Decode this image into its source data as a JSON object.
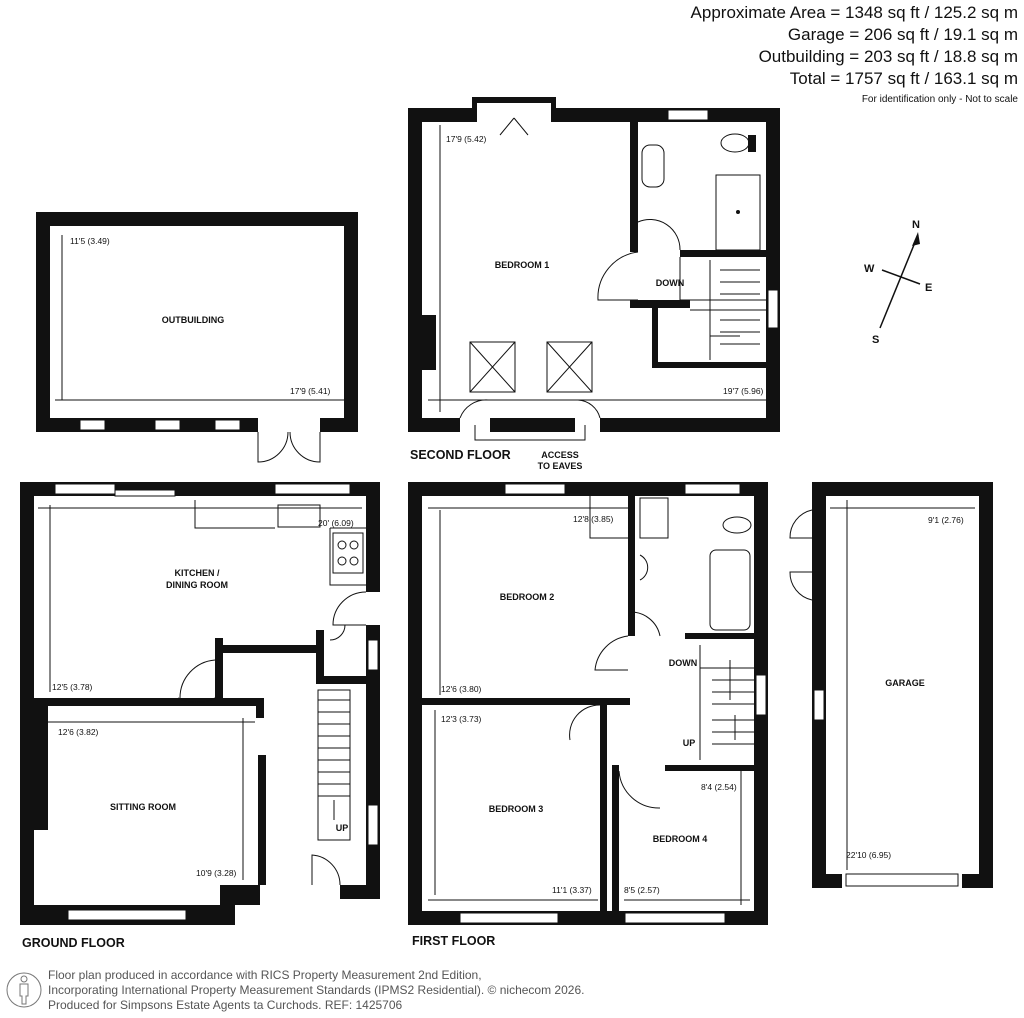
{
  "header": {
    "areas": [
      "Approximate Area = 1348 sq ft / 125.2 sq m",
      "Garage = 206 sq ft / 19.1 sq m",
      "Outbuilding = 203 sq ft / 18.8 sq m",
      "Total = 1757 sq ft / 163.1 sq m"
    ],
    "note": "For identification only - Not to scale"
  },
  "compass": {
    "n": "N",
    "s": "S",
    "e": "E",
    "w": "W"
  },
  "outbuilding": {
    "label": "OUTBUILDING",
    "dim_v": "11'5 (3.49)",
    "dim_h": "17'9 (5.41)"
  },
  "second_floor": {
    "title": "SECOND FLOOR",
    "bedroom1": "BEDROOM 1",
    "down": "DOWN",
    "access1": "ACCESS",
    "access2": "TO EAVES",
    "dim_v": "17'9 (5.42)",
    "dim_h": "19'7 (5.96)"
  },
  "ground_floor": {
    "title": "GROUND FLOOR",
    "kitchen1": "KITCHEN /",
    "kitchen2": "DINING ROOM",
    "kitchen_dim_h": "20' (6.09)",
    "kitchen_dim_v": "12'5 (3.78)",
    "sitting": "SITTING ROOM",
    "sitting_dim_h": "12'6 (3.82)",
    "sitting_dim_v": "10'9 (3.28)",
    "up": "UP"
  },
  "first_floor": {
    "title": "FIRST FLOOR",
    "bedroom2": "BEDROOM 2",
    "bedroom2_dim_h": "12'8 (3.85)",
    "bedroom2_dim_v": "12'6 (3.80)",
    "bedroom3": "BEDROOM 3",
    "bedroom3_dim_v": "12'3 (3.73)",
    "bedroom3_dim_h": "11'1 (3.37)",
    "bedroom4": "BEDROOM 4",
    "bedroom4_dim_v": "8'4 (2.54)",
    "bedroom4_dim_h": "8'5 (2.57)",
    "down": "DOWN",
    "up": "UP"
  },
  "garage": {
    "label": "GARAGE",
    "dim_h": "9'1 (2.76)",
    "dim_v": "22'10 (6.95)"
  },
  "footer": {
    "line1": "Floor plan produced in accordance with RICS Property Measurement 2nd Edition,",
    "line2": "Incorporating International Property Measurement Standards (IPMS2 Residential).   © nichecom 2026.",
    "line3": "Produced for Simpsons Estate Agents ta Curchods.   REF: 1425706"
  }
}
